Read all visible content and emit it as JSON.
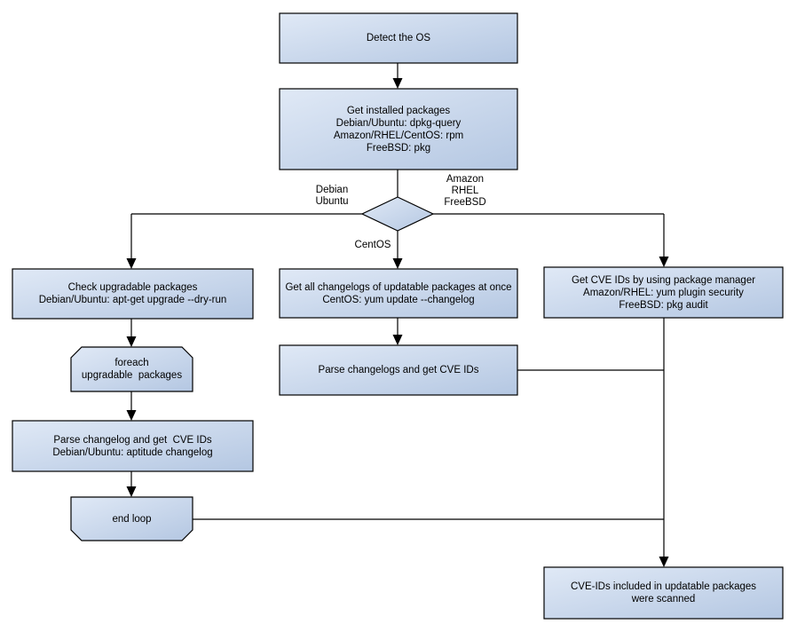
{
  "colors": {
    "node_fill_light": "#e0e9f6",
    "node_fill_dark": "#b4c7e2",
    "node_border": "#000000",
    "connector": "#000000",
    "text": "#000000",
    "background": "#ffffff"
  },
  "nodes": {
    "detect_os": {
      "label": "Detect the OS"
    },
    "get_installed_packages": {
      "label": "Get installed packages\nDebian/Ubuntu: dpkg-query\nAmazon/RHEL/CentOS: rpm\nFreeBSD: pkg"
    },
    "check_upgradable": {
      "label": "Check upgradable packages\nDebian/Ubuntu: apt-get upgrade --dry-run"
    },
    "foreach_loop": {
      "label": "foreach\nupgradable  packages"
    },
    "parse_changelog": {
      "label": "Parse changelog and get  CVE IDs\nDebian/Ubuntu: aptitude changelog"
    },
    "end_loop": {
      "label": "end loop"
    },
    "get_all_changelogs": {
      "label": "Get all changelogs of updatable packages at once\nCentOS: yum update --changelog"
    },
    "parse_changelogs": {
      "label": "Parse changelogs and get CVE IDs"
    },
    "get_cve_ids": {
      "label": "Get CVE IDs by using package manager\nAmazon/RHEL: yum plugin security\nFreeBSD: pkg audit"
    },
    "scanned_result": {
      "label": "CVE-IDs included in updatable packages\nwere scanned"
    }
  },
  "edge_labels": {
    "debian_ubuntu": "Debian\nUbuntu",
    "amazon_rhel_freebsd": "Amazon\nRHEL\nFreeBSD",
    "centos": "CentOS"
  }
}
